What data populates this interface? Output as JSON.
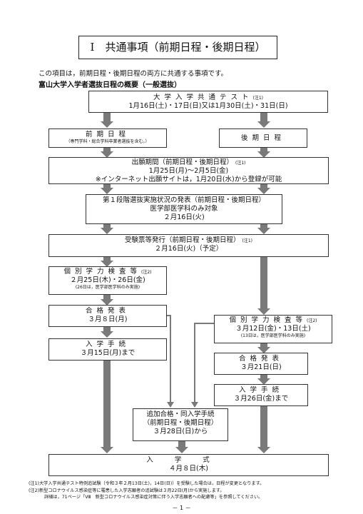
{
  "header": {
    "section_title": "Ⅰ　共通事項（前期日程・後期日程）"
  },
  "intro_text": "この項目は，前期日程・後期日程の両方に共通する事項です。",
  "schedule_heading": "富山大学入学者選抜日程の概要（一般選抜）",
  "common_test": {
    "title": "大学入学共通テスト",
    "note_mark": "(注1)",
    "dates": "1月16日(土)・17日(日)又は1月30日(土)・31日(日)"
  },
  "zenki": {
    "title": "前期日程",
    "note": "（専門学科・総合学科卒業者選抜を含む。）"
  },
  "kouki": {
    "title": "後期日程"
  },
  "application": {
    "title": "出願期間（前期日程・後期日程）",
    "note_mark": "(注1)",
    "dates": "1月25日(月)～2月5日(金)",
    "internet_note": "※インターネット出願サイトは，1月20日(水)から登録が可能"
  },
  "first_stage": {
    "line1": "第１段階選抜実施状況の発表（前期日程・後期日程）",
    "line2": "医学部医学科のみ対象",
    "date": "２月16日(火)"
  },
  "ticket": {
    "title": "受験票等発行（前期日程・後期日程）",
    "note_mark": "(注1)",
    "date": "２月16日(火)（予定）"
  },
  "exam_zenki": {
    "title": "個別学力検査等",
    "note_mark": "(注2)",
    "dates": "２月25日(木)・26日(金)",
    "sub": "(26日は，医学部医学科のみ実施)"
  },
  "pass_zenki": {
    "title": "合格発表",
    "date": "３月８日(月)"
  },
  "enroll_zenki": {
    "title": "入学手続",
    "date": "３月15日(月)まで"
  },
  "exam_kouki": {
    "title": "個別学力検査等",
    "note_mark": "(注2)",
    "dates": "３月12日(金)・13日(土)",
    "sub": "(13日は，医学部医学科のみ実施)"
  },
  "pass_kouki": {
    "title": "合格発表",
    "date": "３月21日(日)"
  },
  "enroll_kouki": {
    "title": "入学手続",
    "date": "３月26日(金)まで"
  },
  "additional": {
    "line1": "追加合格・同入学手続",
    "line2": "（前期日程・後期日程）",
    "date": "３月28日(日)から"
  },
  "ceremony": {
    "title": "入学式",
    "date": "４月８日(木)"
  },
  "footnotes": [
    "(注1)大学入学共通テスト特例追試験（令和３年２月13日(土)，14日(日)）を受験した場合は，日程が変更となります。",
    "(注2)新型コロナウイルス感染症等に罹患した入学志願者の追試験は３月22日(月)から実施します。",
    "詳細は，71ページ「Ⅷ　新型コロナウイルス感染症対策に伴う入学志願者への配慮等」を参照してください。"
  ],
  "page_number": "－ 1 －",
  "colors": {
    "arrow": "#7a7a7a",
    "border": "#333333"
  }
}
